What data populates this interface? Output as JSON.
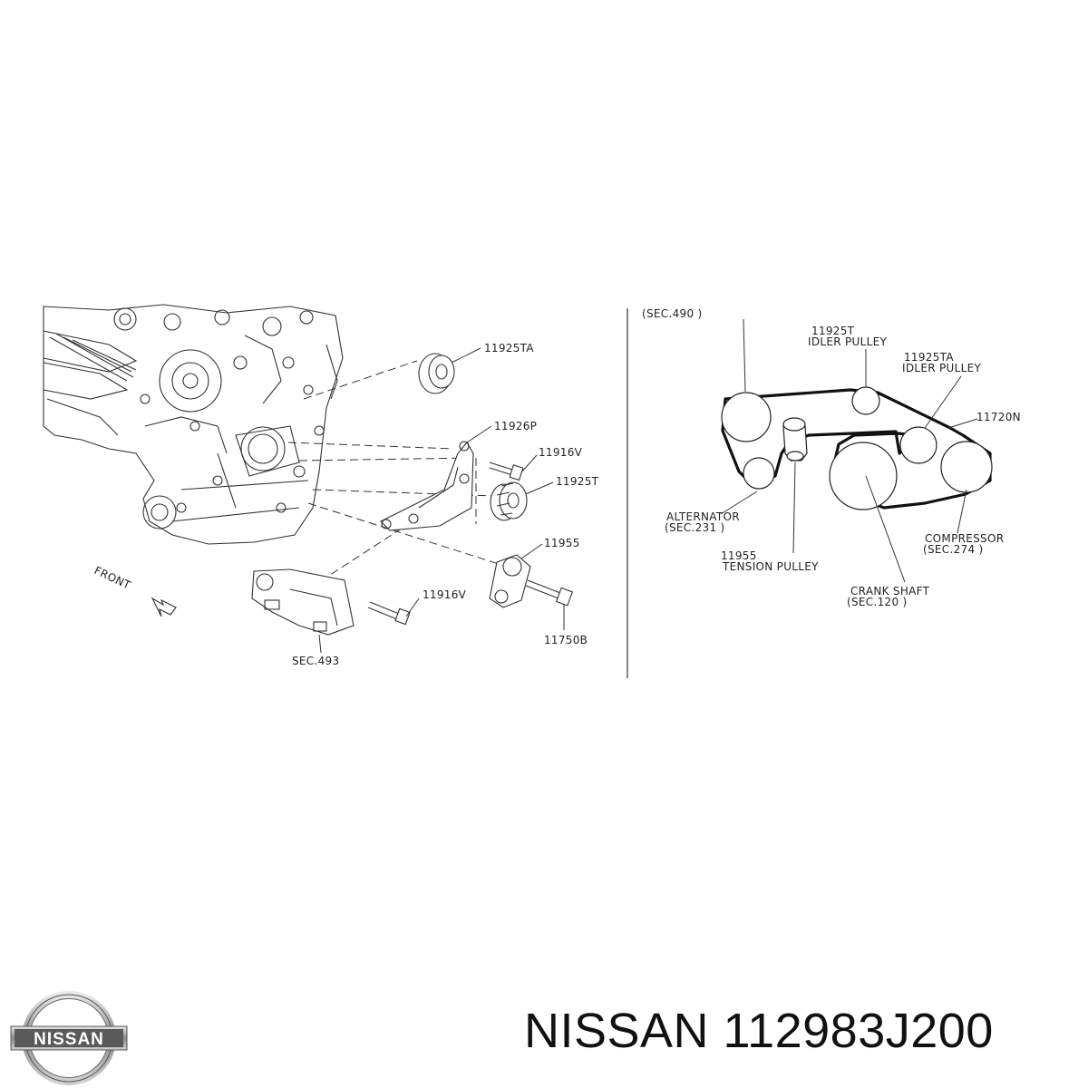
{
  "left_diagram": {
    "parts": [
      {
        "id": "p-11925ta",
        "label": "11925TA"
      },
      {
        "id": "p-11926p",
        "label": "11926P"
      },
      {
        "id": "p-11916v-top",
        "label": "11916V"
      },
      {
        "id": "p-11925t",
        "label": "11925T"
      },
      {
        "id": "p-11955",
        "label": "11955"
      },
      {
        "id": "p-11916v-bottom",
        "label": "11916V"
      },
      {
        "id": "p-11750b",
        "label": "11750B"
      },
      {
        "id": "p-sec493",
        "label": "SEC.493"
      }
    ],
    "front_label": "FRONT"
  },
  "right_diagram": {
    "labels": {
      "top_sec": "(SEC.490 )",
      "idler_t_num": "11925T",
      "idler_t_name": "IDLER PULLEY",
      "idler_ta_num": "11925TA",
      "idler_ta_name": "IDLER PULLEY",
      "belt_num": "11720N",
      "alternator_name": "ALTERNATOR",
      "alternator_sec": "(SEC.231 )",
      "tension_num": "11955",
      "tension_name": "TENSION PULLEY",
      "crank_name": "CRANK SHAFT",
      "crank_sec": "(SEC.120 )",
      "compressor_name": "COMPRESSOR",
      "compressor_sec": "(SEC.274 )"
    }
  },
  "brand": {
    "logo_text": "NISSAN",
    "caption": "NISSAN 112983J200"
  }
}
